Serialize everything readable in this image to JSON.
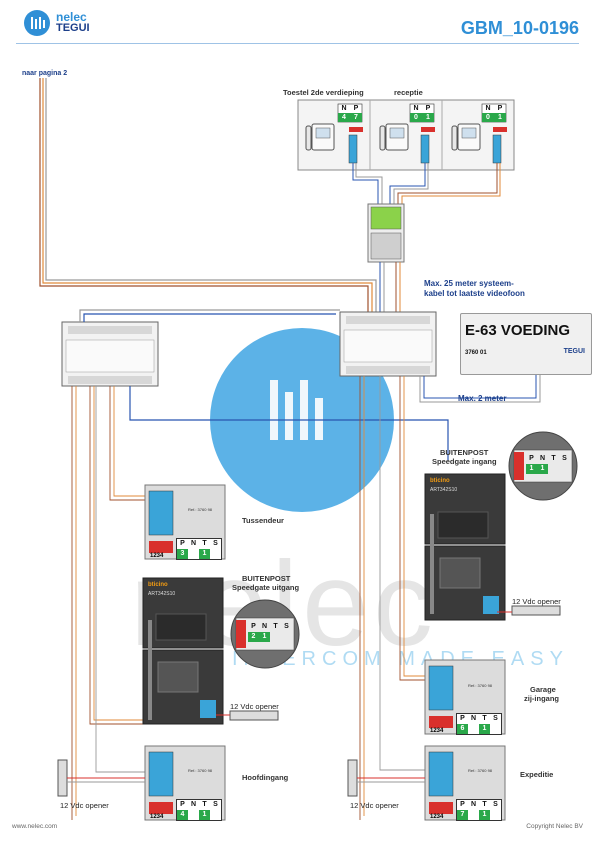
{
  "header": {
    "brand_name": "nelec",
    "brand_sub": "TEGUI",
    "doc_id": "GBM_10-0196",
    "page_ref": "naar pagina 2"
  },
  "labels": {
    "floor2": "Toestel 2de verdieping",
    "reception": "receptie",
    "max25": "Max. 25 meter systeem-",
    "max25b": "kabel tot laatste videofoon",
    "max2": "Max. 2 meter",
    "tussendeur": "Tussendeur",
    "bp_ingang_1": "BUITENPOST",
    "bp_ingang_2": "Speedgate ingang",
    "bp_uitgang_1": "BUITENPOST",
    "bp_uitgang_2": "Speedgate uitgang",
    "garage_1": "Garage",
    "garage_2": "zij-ingang",
    "hoofdingang": "Hoofdingang",
    "expeditie": "Expeditie",
    "opener": "12 Vdc opener",
    "art_code": "ART342S10",
    "bticino": "bticino",
    "ref": "Ref.: 3760 98"
  },
  "voeding": {
    "title": "E-63 VOEDING",
    "code": "3760 01",
    "brand": "TEGUI"
  },
  "handsets": [
    {
      "n": "4",
      "p": "7"
    },
    {
      "n": "0",
      "p": "1"
    },
    {
      "n": "0",
      "p": "1"
    }
  ],
  "units": [
    {
      "id": "tussendeur",
      "p": "3",
      "n": "1"
    },
    {
      "id": "garage",
      "p": "6",
      "n": "1"
    },
    {
      "id": "hoofdingang",
      "p": "4",
      "n": "1"
    },
    {
      "id": "expeditie",
      "p": "7",
      "n": "1"
    }
  ],
  "speedgate_inset": [
    {
      "id": "ingang",
      "p": "1",
      "n": "1"
    },
    {
      "id": "uitgang",
      "p": "2",
      "n": "1"
    }
  ],
  "npts_header": [
    "P",
    "N",
    "T",
    "S"
  ],
  "dip_label": "1234",
  "watermark": {
    "text": "nelec",
    "tag": "INTERCOM MADE EASY"
  },
  "footer": {
    "left": "www.nelec.com",
    "right": "Copyright Nelec BV"
  },
  "colors": {
    "accent": "#2f8fd6",
    "brand_dark": "#1c3f8a",
    "wire_brown": "#a0522d",
    "wire_orange": "#e08a3a",
    "wire_red": "#d9302c",
    "wire_blue": "#2855b0",
    "wire_grey": "#9a9a9a",
    "terminal_blue": "#1f7fe0",
    "terminal_green": "#2aa84a"
  }
}
